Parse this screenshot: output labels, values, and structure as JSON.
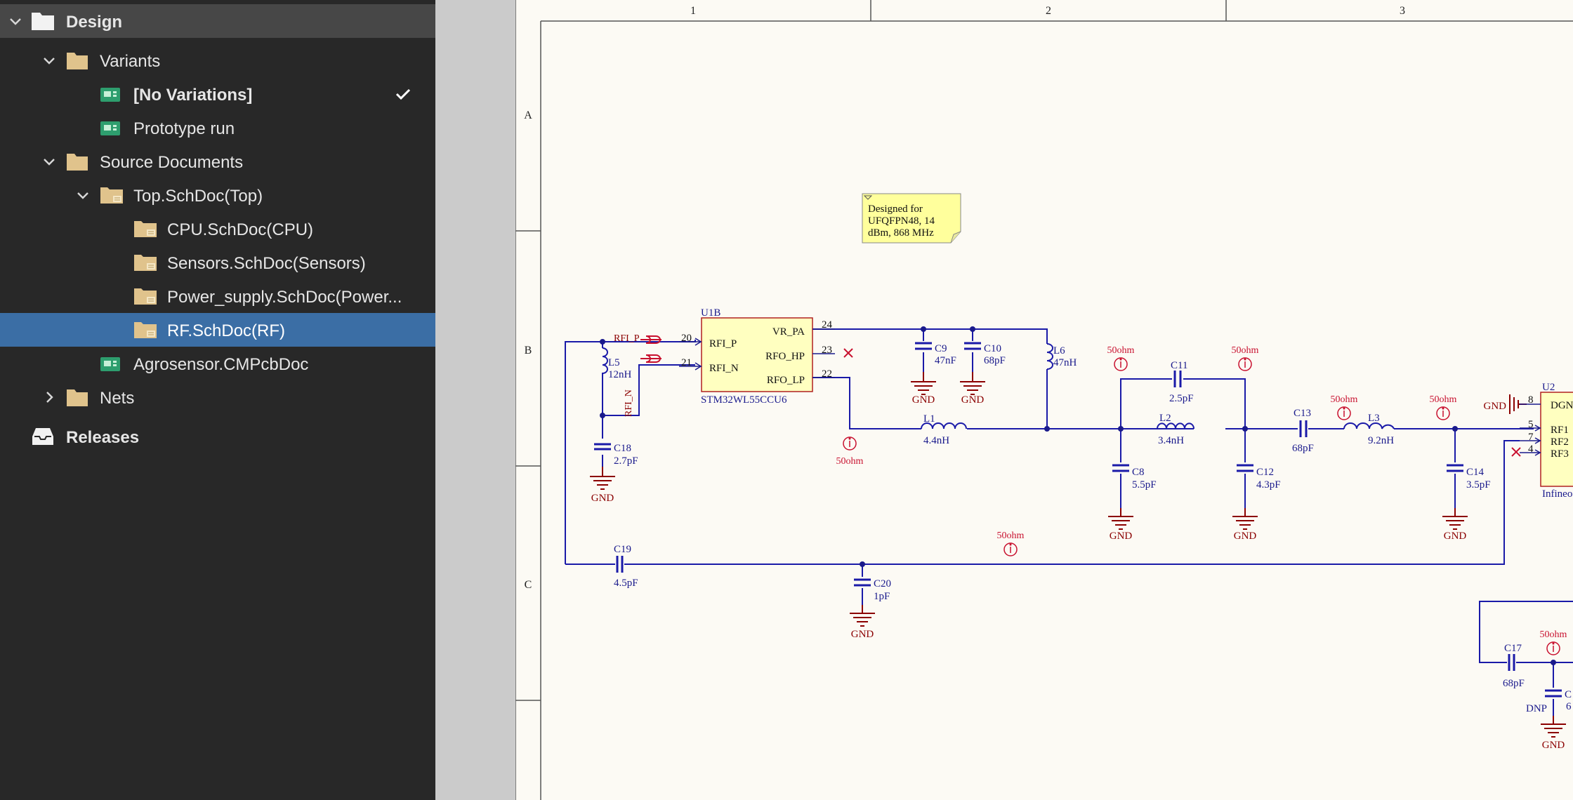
{
  "sidebar": {
    "design_label": "Design",
    "variants_label": "Variants",
    "variant_items": [
      "[No Variations]",
      "Prototype run"
    ],
    "source_docs_label": "Source Documents",
    "top_doc": "Top.SchDoc(Top)",
    "child_docs": [
      "CPU.SchDoc(CPU)",
      "Sensors.SchDoc(Sensors)",
      "Power_supply.SchDoc(Power...",
      "RF.SchDoc(RF)"
    ],
    "pcb_doc": "Agrosensor.CMPcbDoc",
    "nets_label": "Nets",
    "releases_label": "Releases"
  },
  "colors": {
    "sidebar_bg": "#282828",
    "header_bg": "#474747",
    "selected_bg": "#3b6ea5",
    "sheet_bg": "#fcfaf4",
    "wire": "#1a1aa8",
    "part_text": "#1a1a8c",
    "net_red": "#c8102e",
    "gnd_red": "#8b0000",
    "note_bg": "#ffff9c",
    "component_fill": "#ffffc0",
    "component_border": "#b02020"
  },
  "schematic": {
    "columns": [
      "1",
      "2",
      "3"
    ],
    "rows": [
      "A",
      "B",
      "C"
    ],
    "note": [
      "Designed for",
      "UFQFPN48, 14",
      "dBm, 868 MHz"
    ],
    "u1b": {
      "ref": "U1B",
      "value": "STM32WL55CCU6",
      "pins_left": [
        "RFI_P",
        "RFI_N"
      ],
      "pins_right": [
        "VR_PA",
        "RFO_HP",
        "RFO_LP"
      ],
      "pin_nums_left": [
        "20",
        "21"
      ],
      "pin_nums_right": [
        "24",
        "23",
        "22"
      ]
    },
    "net_labels": [
      "RFI_P",
      "RFI_N"
    ],
    "impedance_label": "50ohm",
    "gnd_label": "GND",
    "dnp_label": "DNP",
    "parts": {
      "L5": [
        "L5",
        "12nH"
      ],
      "C18": [
        "C18",
        "2.7pF"
      ],
      "C9": [
        "C9",
        "47nF"
      ],
      "C10": [
        "C10",
        "68pF"
      ],
      "L6": [
        "L6",
        "47nH"
      ],
      "L1": [
        "L1",
        "4.4nH"
      ],
      "C11": [
        "C11",
        "2.5pF"
      ],
      "L2": [
        "L2",
        "3.4nH"
      ],
      "C8": [
        "C8",
        "5.5pF"
      ],
      "C12": [
        "C12",
        "4.3pF"
      ],
      "C13": [
        "C13",
        "68pF"
      ],
      "L3": [
        "L3",
        "9.2nH"
      ],
      "C14": [
        "C14",
        "3.5pF"
      ],
      "C19": [
        "C19",
        "4.5pF"
      ],
      "C20": [
        "C20",
        "1pF"
      ],
      "C17": [
        "C17",
        "68pF"
      ]
    },
    "u2": {
      "ref": "U2",
      "pins": [
        "DGN",
        "RF1",
        "RF2",
        "RF3"
      ],
      "pin_nums": [
        "8",
        "5",
        "7",
        "4"
      ],
      "vendor": "Infineo"
    },
    "partial_labels": [
      "C",
      "6"
    ]
  }
}
